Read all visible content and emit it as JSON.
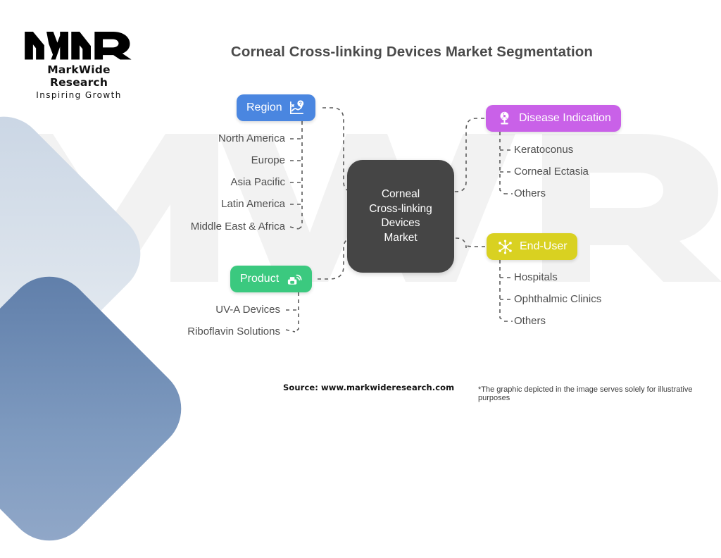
{
  "brand": {
    "logo_mark": "mwr-logo-mark",
    "name": "MarkWide Research",
    "tagline": "Inspiring Growth",
    "watermark_text": "MWR"
  },
  "title": "Corneal Cross-linking Devices Market Segmentation",
  "center": {
    "label": "Corneal\nCross-linking\nDevices\nMarket",
    "color": "#454545"
  },
  "branches": [
    {
      "id": "region",
      "label": "Region",
      "color": "#4a86e0",
      "icon": "chart-analytics-icon",
      "side": "left",
      "items": [
        "North America",
        "Europe",
        "Asia Pacific",
        "Latin America",
        "Middle East & Africa"
      ]
    },
    {
      "id": "product",
      "label": "Product",
      "color": "#3bc97f",
      "icon": "wireless-device-icon",
      "side": "left",
      "items": [
        "UV-A Devices",
        "Riboflavin Solutions"
      ]
    },
    {
      "id": "disease-indication",
      "label": "Disease Indication",
      "color": "#c961e8",
      "icon": "microscope-icon",
      "side": "right",
      "items": [
        "Keratoconus",
        "Corneal Ectasia",
        "Others"
      ]
    },
    {
      "id": "end-user",
      "label": "End-User",
      "color": "#d9d121",
      "icon": "network-hub-icon",
      "side": "right",
      "items": [
        "Hospitals",
        "Ophthalmic Clinics",
        "Others"
      ]
    }
  ],
  "footer": {
    "source": "Source: www.markwideresearch.com",
    "disclaimer": "*The graphic depicted in the image serves solely for illustrative purposes"
  },
  "leaf_text_color": "#4f4f4f",
  "connector_color": "#5a5a5a"
}
